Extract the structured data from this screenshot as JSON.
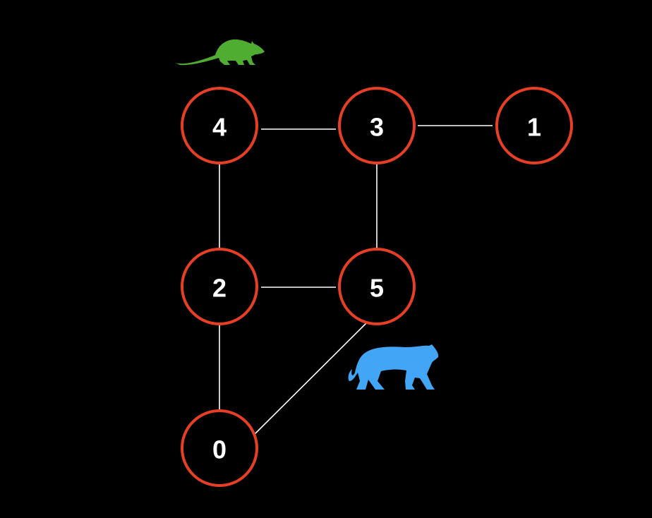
{
  "graph": {
    "nodes": [
      {
        "id": "4",
        "label": "4"
      },
      {
        "id": "3",
        "label": "3"
      },
      {
        "id": "1",
        "label": "1"
      },
      {
        "id": "2",
        "label": "2"
      },
      {
        "id": "5",
        "label": "5"
      },
      {
        "id": "0",
        "label": "0"
      }
    ],
    "edges": [
      [
        "4",
        "3"
      ],
      [
        "3",
        "1"
      ],
      [
        "4",
        "2"
      ],
      [
        "3",
        "5"
      ],
      [
        "2",
        "5"
      ],
      [
        "2",
        "0"
      ],
      [
        "5",
        "0"
      ]
    ],
    "mouse_position": "4",
    "cat_position": "5",
    "colors": {
      "node_stroke": "#e63f26",
      "mouse": "#4fae32",
      "cat": "#42a5f5",
      "edge": "#ffffff"
    }
  },
  "icons": {
    "mouse": "mouse-icon",
    "cat": "tiger-icon"
  }
}
